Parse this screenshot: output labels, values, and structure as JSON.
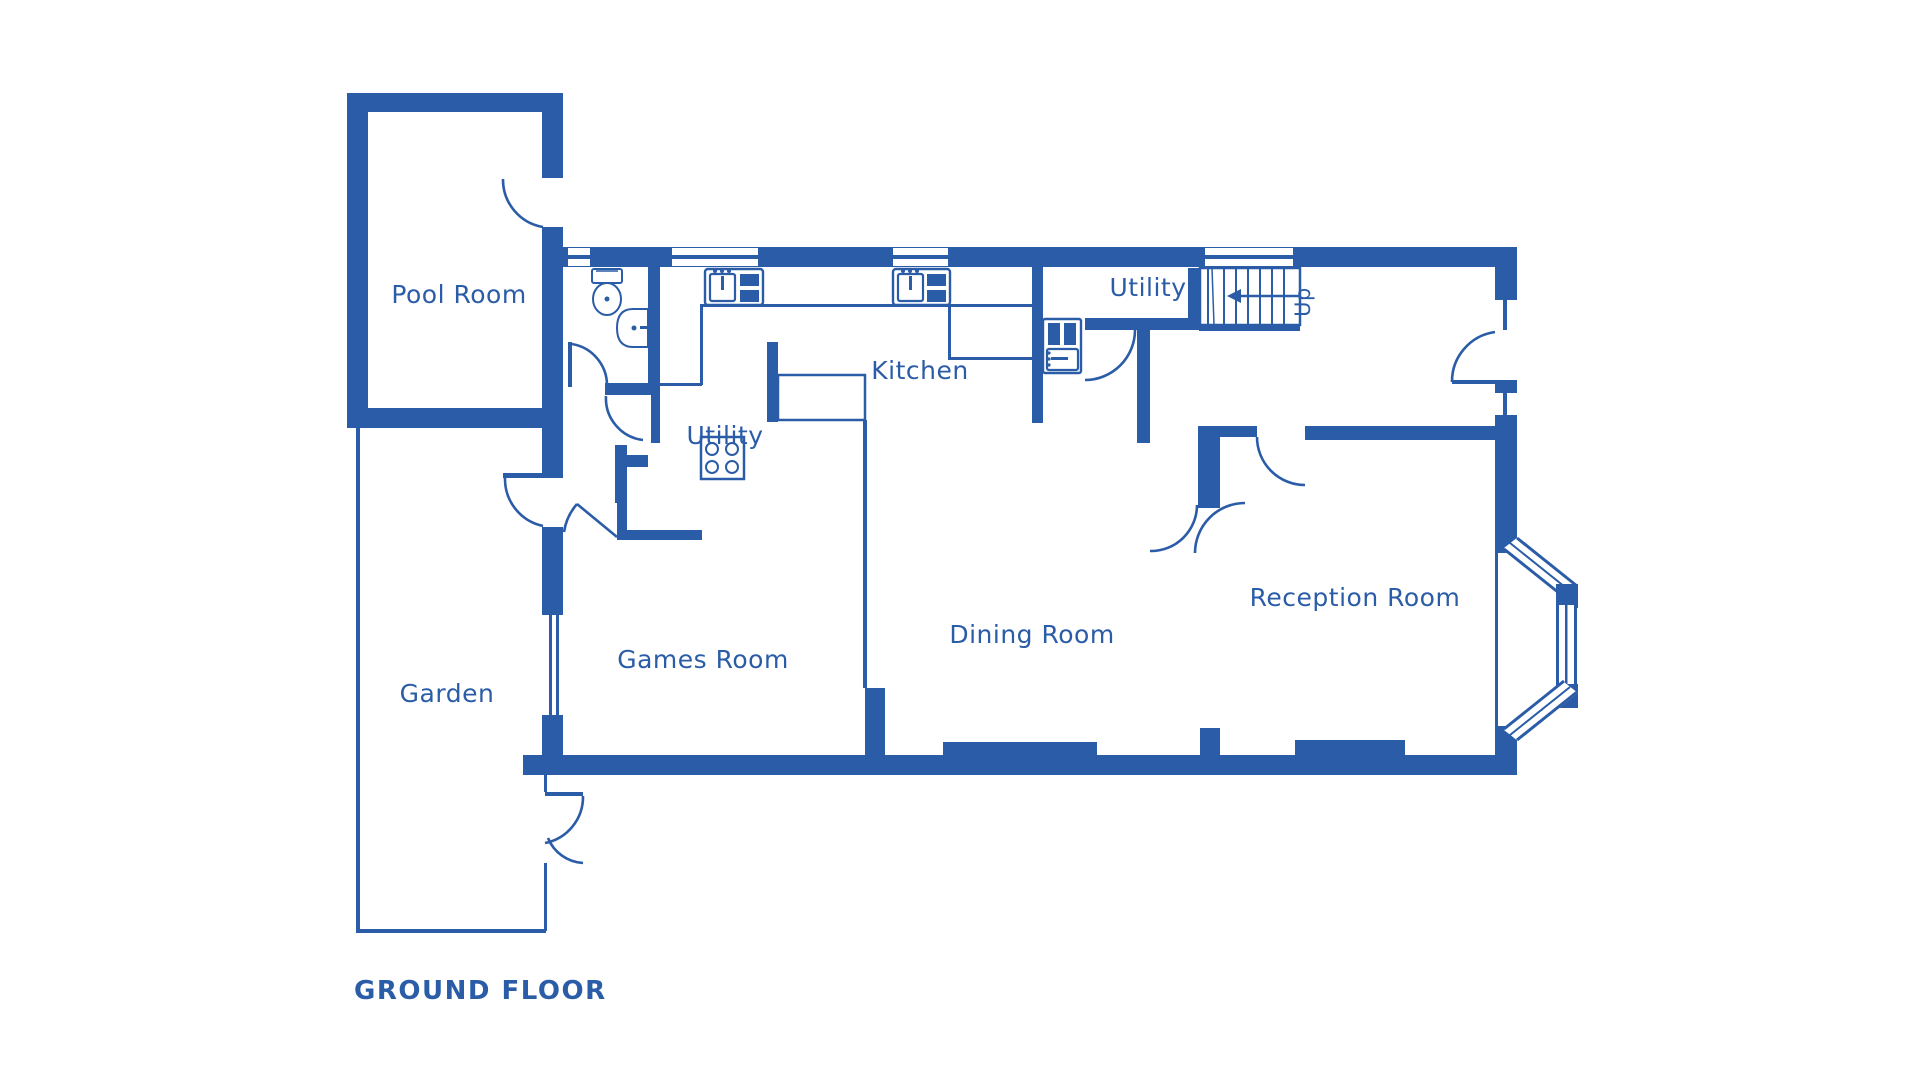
{
  "floor_title": "GROUND FLOOR",
  "colors": {
    "wall": "#2b5ca7",
    "background": "#ffffff"
  },
  "rooms": {
    "pool_room": "Pool Room",
    "garden": "Garden",
    "utility_left": "Utility",
    "kitchen": "Kitchen",
    "utility_right": "Utility",
    "games_room": "Games Room",
    "dining_room": "Dining Room",
    "reception_room": "Reception Room"
  },
  "stairs": {
    "direction_label": "Up"
  },
  "fixtures": [
    "toilet-icon",
    "basin-icon",
    "kitchen-sink-icon",
    "kitchen-sink-icon",
    "hob-icon",
    "utility-sink-unit-icon",
    "stairs-icon",
    "kitchen-island-icon"
  ]
}
